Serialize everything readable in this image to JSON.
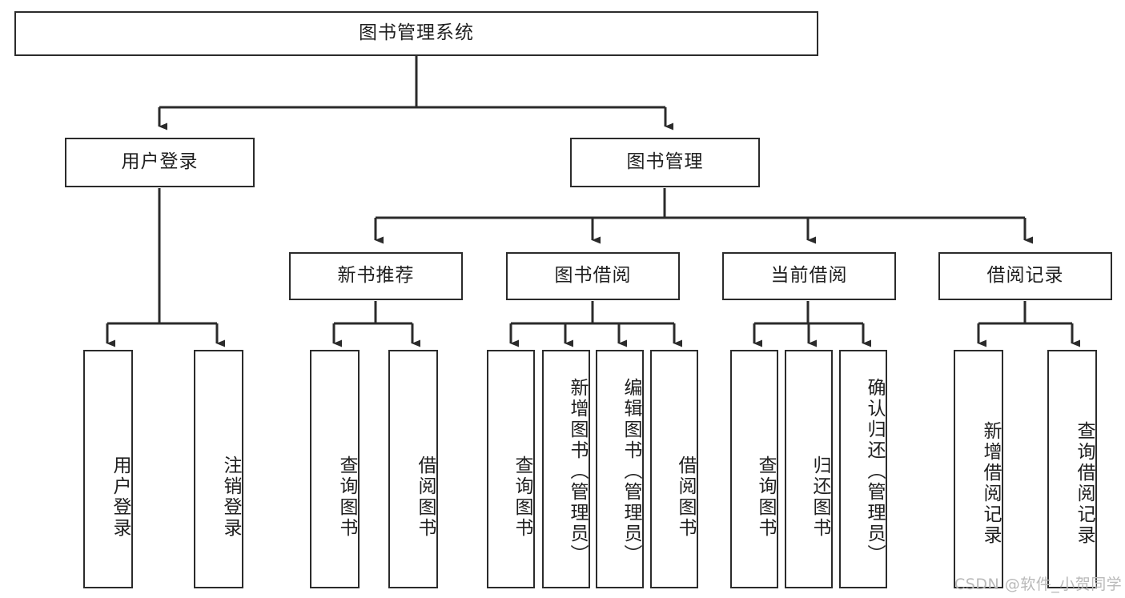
{
  "diagram": {
    "title": "图书管理系统",
    "type": "tree-hierarchy-chart",
    "colors": {
      "stroke": "#2b2b2b",
      "fill": "#ffffff",
      "text": "#1f1f1f",
      "watermark": "#b9b9b9"
    },
    "root": {
      "label": "图书管理系统"
    },
    "level2": [
      {
        "label": "用户登录"
      },
      {
        "label": "图书管理"
      }
    ],
    "level3": [
      {
        "label": "新书推荐"
      },
      {
        "label": "图书借阅"
      },
      {
        "label": "当前借阅"
      },
      {
        "label": "借阅记录"
      }
    ],
    "leaves": {
      "user_login": [
        {
          "label": "用户登录"
        },
        {
          "label": "注销登录"
        }
      ],
      "new_book_recommend": [
        {
          "label": "查询图书"
        },
        {
          "label": "借阅图书"
        }
      ],
      "book_borrow": [
        {
          "label": "查询图书"
        },
        {
          "label": "新增图书（管理员）"
        },
        {
          "label": "编辑图书（管理员）"
        },
        {
          "label": "借阅图书"
        }
      ],
      "current_borrow": [
        {
          "label": "查询图书"
        },
        {
          "label": "归还图书"
        },
        {
          "label": "确认归还（管理员）"
        }
      ],
      "borrow_records": [
        {
          "label": "新增借阅记录"
        },
        {
          "label": "查询借阅记录"
        }
      ]
    },
    "watermark": "CSDN @软件_小贺同学"
  }
}
